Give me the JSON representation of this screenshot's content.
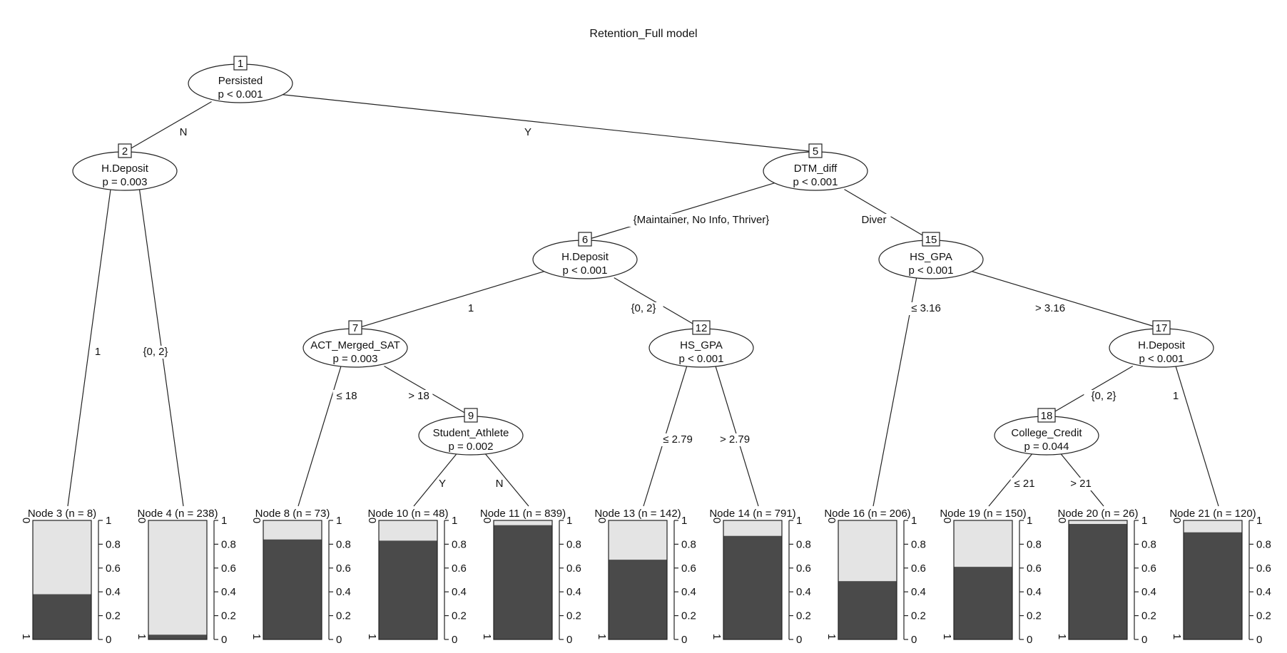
{
  "title": "Retention_Full model",
  "colors": {
    "dark": "#4a4a4a",
    "light": "#e4e4e4",
    "line": "#222222",
    "background": "#ffffff"
  },
  "inner_nodes": [
    {
      "id": "1",
      "variable": "Persisted",
      "p": "p < 0.001"
    },
    {
      "id": "2",
      "variable": "H.Deposit",
      "p": "p = 0.003"
    },
    {
      "id": "5",
      "variable": "DTM_diff",
      "p": "p < 0.001"
    },
    {
      "id": "6",
      "variable": "H.Deposit",
      "p": "p < 0.001"
    },
    {
      "id": "7",
      "variable": "ACT_Merged_SAT",
      "p": "p = 0.003"
    },
    {
      "id": "9",
      "variable": "Student_Athlete",
      "p": "p = 0.002"
    },
    {
      "id": "12",
      "variable": "HS_GPA",
      "p": "p < 0.001"
    },
    {
      "id": "15",
      "variable": "HS_GPA",
      "p": "p < 0.001"
    },
    {
      "id": "17",
      "variable": "H.Deposit",
      "p": "p < 0.001"
    },
    {
      "id": "18",
      "variable": "College_Credit",
      "p": "p = 0.044"
    }
  ],
  "edges": [
    {
      "from": "1",
      "to": "2",
      "label": "N"
    },
    {
      "from": "1",
      "to": "5",
      "label": "Y"
    },
    {
      "from": "2",
      "to": "3",
      "label": "1"
    },
    {
      "from": "2",
      "to": "4",
      "label": "{0, 2}"
    },
    {
      "from": "5",
      "to": "6",
      "label": "{Maintainer, No Info, Thriver}"
    },
    {
      "from": "5",
      "to": "15",
      "label": "Diver"
    },
    {
      "from": "6",
      "to": "7",
      "label": "1"
    },
    {
      "from": "6",
      "to": "12",
      "label": "{0, 2}"
    },
    {
      "from": "7",
      "to": "8",
      "label": "≤ 18"
    },
    {
      "from": "7",
      "to": "9",
      "label": "> 18"
    },
    {
      "from": "9",
      "to": "10",
      "label": "Y"
    },
    {
      "from": "9",
      "to": "11",
      "label": "N"
    },
    {
      "from": "12",
      "to": "13",
      "label": "≤ 2.79"
    },
    {
      "from": "12",
      "to": "14",
      "label": "> 2.79"
    },
    {
      "from": "15",
      "to": "16",
      "label": "≤ 3.16"
    },
    {
      "from": "15",
      "to": "17",
      "label": "> 3.16"
    },
    {
      "from": "17",
      "to": "18",
      "label": "{0, 2}"
    },
    {
      "from": "17",
      "to": "21",
      "label": "1"
    },
    {
      "from": "18",
      "to": "19",
      "label": "≤ 21"
    },
    {
      "from": "18",
      "to": "20",
      "label": "> 21"
    }
  ],
  "terminal_nodes": [
    {
      "id": "3",
      "label": "Node 3 (n = 8)",
      "proportion_0": 0.38
    },
    {
      "id": "4",
      "label": "Node 4 (n = 238)",
      "proportion_0": 0.04
    },
    {
      "id": "8",
      "label": "Node 8 (n = 73)",
      "proportion_0": 0.84
    },
    {
      "id": "10",
      "label": "Node 10 (n = 48)",
      "proportion_0": 0.83
    },
    {
      "id": "11",
      "label": "Node 11 (n = 839)",
      "proportion_0": 0.96
    },
    {
      "id": "13",
      "label": "Node 13 (n = 142)",
      "proportion_0": 0.67
    },
    {
      "id": "14",
      "label": "Node 14 (n = 791)",
      "proportion_0": 0.87
    },
    {
      "id": "16",
      "label": "Node 16 (n = 206)",
      "proportion_0": 0.49
    },
    {
      "id": "19",
      "label": "Node 19 (n = 150)",
      "proportion_0": 0.61
    },
    {
      "id": "20",
      "label": "Node 20 (n = 26)",
      "proportion_0": 0.97
    },
    {
      "id": "21",
      "label": "Node 21 (n = 120)",
      "proportion_0": 0.9
    }
  ],
  "bar_axis": {
    "left_top": "0",
    "left_bottom": "1",
    "right_ticks": [
      "1",
      "0.8",
      "0.6",
      "0.4",
      "0.2",
      "0"
    ]
  }
}
